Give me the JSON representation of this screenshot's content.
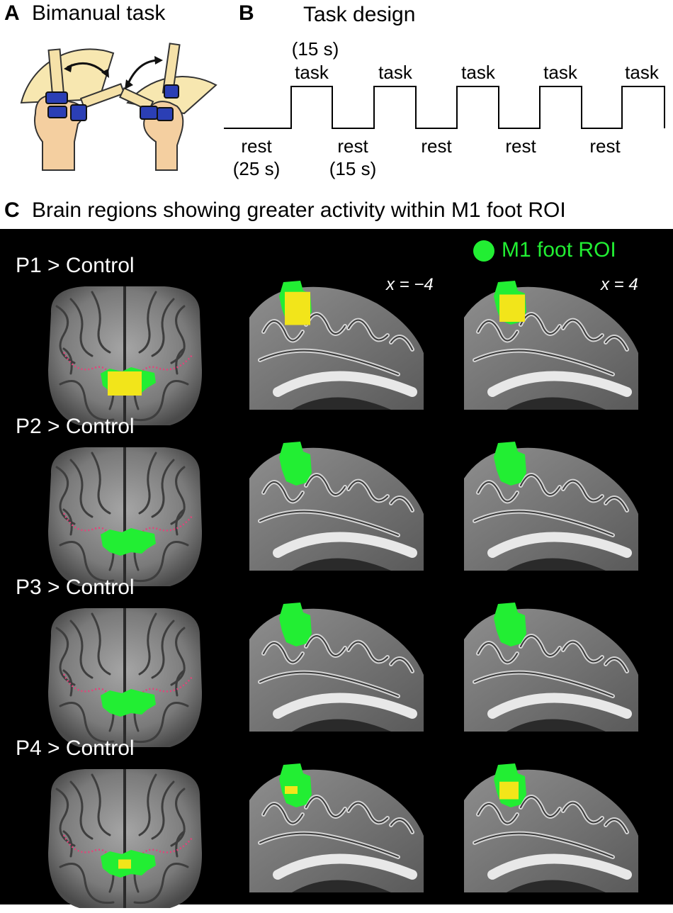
{
  "panelA": {
    "letter": "A",
    "title": "Bimanual task"
  },
  "panelB": {
    "letter": "B",
    "title": "Task design",
    "first_task_duration": "(15 s)",
    "task_label": "task",
    "rest_label": "rest",
    "first_rest_duration": "(25 s)",
    "second_rest_duration": "(15 s)"
  },
  "panelC": {
    "letter": "C",
    "title": "Brain regions showing greater activity within M1 foot ROI",
    "legend_label": "M1 foot ROI",
    "coord_left": "x = −4",
    "coord_right": "x = 4",
    "rows": [
      {
        "label": "P1 > Control"
      },
      {
        "label": "P2 > Control"
      },
      {
        "label": "P3 > Control"
      },
      {
        "label": "P4 > Control"
      }
    ]
  },
  "colors": {
    "roi_green": "#22ee33",
    "activity_yellow": "#f2e51a",
    "boundary_magenta": "#e0457a",
    "background": "#000000"
  }
}
